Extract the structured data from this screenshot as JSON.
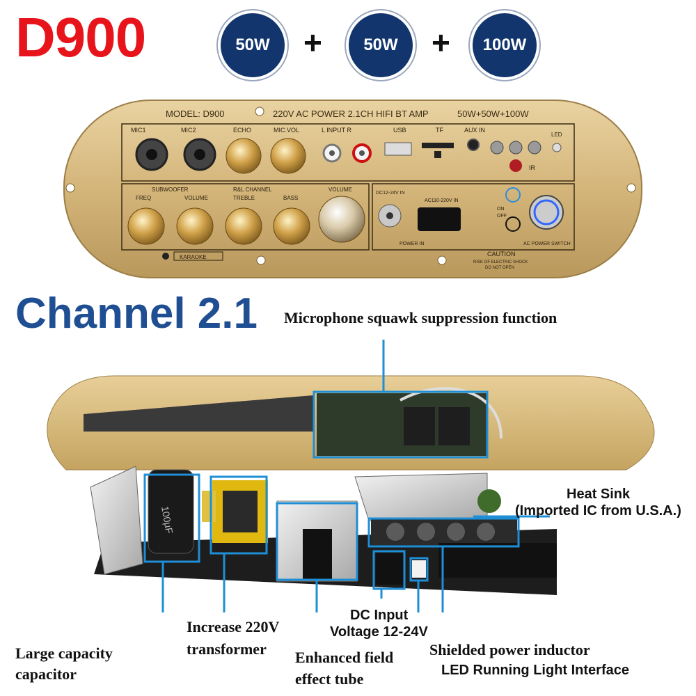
{
  "header": {
    "title": "D900",
    "badges": [
      "50W",
      "50W",
      "100W"
    ],
    "plus": "+"
  },
  "panel": {
    "model_line": "MODEL:  D900",
    "power_line": "220V AC POWER 2.1CH HIFI BT AMP",
    "watt_line": "50W+50W+100W",
    "labels": {
      "mic1": "MIC1",
      "mic2": "MIC2",
      "echo": "ECHO",
      "micvol": "MIC.VOL",
      "linput": "L  INPUT  R",
      "usb": "USB",
      "tf": "TF",
      "auxin": "AUX IN",
      "led": "LED",
      "ir": "IR",
      "subwoofer": "SUBWOOFER",
      "rlchannel": "R&L CHANNEL",
      "freq": "FREQ",
      "volume": "VOLUME",
      "treble": "TREBLE",
      "bass": "BASS",
      "volume_main": "VOLUME",
      "dcin": "DC12-24V IN",
      "acin": "AC110-220V IN",
      "powerin": "POWER IN",
      "on": "ON",
      "off": "OFF",
      "acswitch": "AC POWER SWITCH",
      "karaoke": "KARAOKE",
      "caution": "CAUTION",
      "caution_sub": "RISK OF ELECTRIC SHOCK",
      "caution_sub2": "DO NOT OPEN"
    }
  },
  "section": {
    "title": "Channel 2.1"
  },
  "callouts": {
    "mic_suppression": "Microphone squawk suppression function",
    "heat_sink_1": "Heat Sink",
    "heat_sink_2": "(Imported IC from U.S.A.)",
    "capacitor_1": "Large capacity",
    "capacitor_2": "capacitor",
    "transformer_1": "Increase 220V",
    "transformer_2": "transformer",
    "fet_1": "Enhanced field",
    "fet_2": "effect tube",
    "dc_input_1": "DC Input",
    "dc_input_2": "Voltage 12-24V",
    "inductor": "Shielded power inductor",
    "led_interface": "LED Running Light Interface"
  },
  "colors": {
    "title_red": "#e8141b",
    "badge_navy": "#12356e",
    "channel_blue": "#1f4f92",
    "callout_blue": "#1e8fd6",
    "panel_gold": "#d4b57a"
  }
}
